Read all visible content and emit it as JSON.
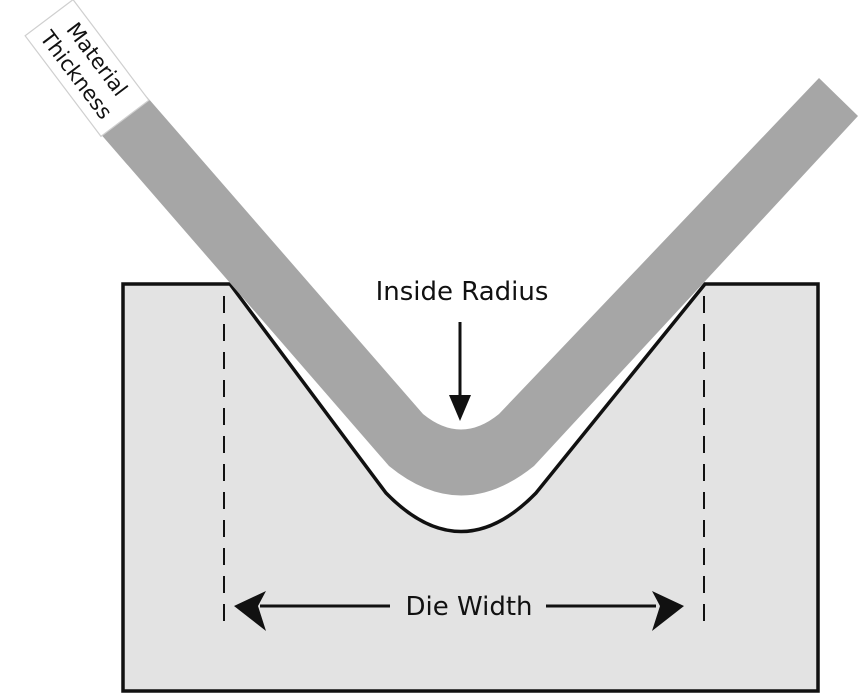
{
  "labels": {
    "material_thickness_line1": "Material",
    "material_thickness_line2": "Thickness",
    "inside_radius": "Inside Radius",
    "die_width": "Die Width"
  },
  "colors": {
    "die_fill": "#e3e3e3",
    "sheet_fill": "#a6a6a6",
    "outline": "#111111",
    "background": "#ffffff"
  }
}
